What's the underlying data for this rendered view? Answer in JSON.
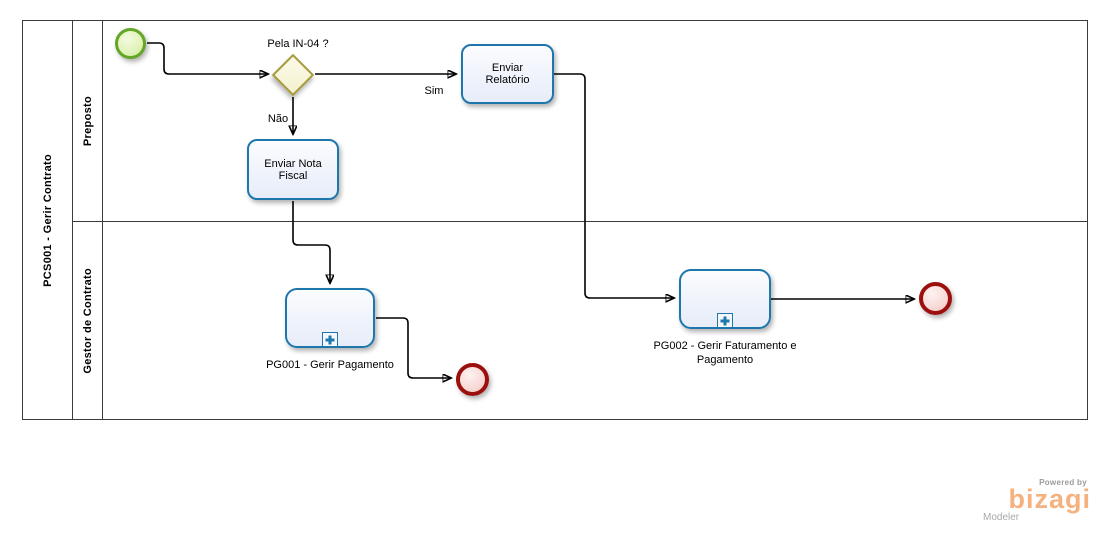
{
  "pool": {
    "title": "PCS001 - Gerir Contrato",
    "lanes": [
      {
        "name": "Preposto"
      },
      {
        "name": "Gestor de Contrato"
      }
    ]
  },
  "nodes": {
    "gateway_question": "Pela IN-04 ?",
    "task_relatorio": "Enviar Relatório",
    "task_nota_fiscal": "Enviar Nota Fiscal",
    "subprocess_pg001": "PG001 - Gerir Pagamento",
    "subprocess_pg002": "PG002 - Gerir Faturamento e Pagamento"
  },
  "edges": {
    "yes_label": "Sim",
    "no_label": "Não"
  },
  "colors": {
    "task_border": "#1d77ad",
    "gateway_border": "#a79b3c",
    "start_event_border": "#64a625",
    "end_event_border": "#9b100f",
    "brand_orange": "#f5b17e"
  },
  "branding": {
    "powered_by": "Powered by",
    "brand": "bizagi",
    "product": "Modeler"
  }
}
